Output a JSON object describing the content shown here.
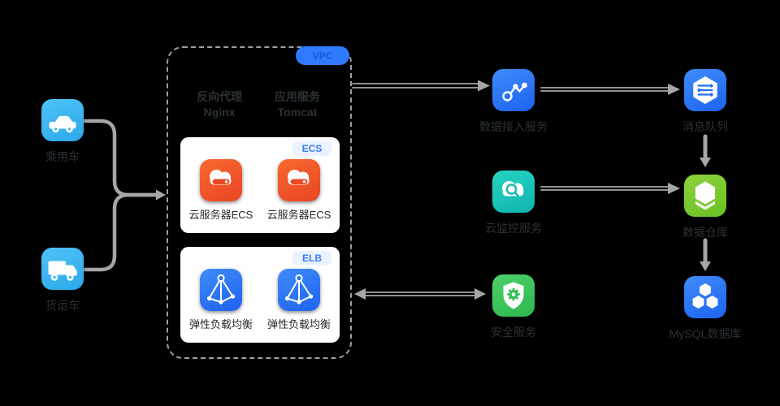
{
  "diagram": {
    "sources": [
      {
        "name": "car",
        "label": "乘用车"
      },
      {
        "name": "truck",
        "label": "货运车"
      }
    ],
    "vpc": {
      "badge_label": "VPC",
      "titles": [
        {
          "line1": "反向代理",
          "line2": "Nginx"
        },
        {
          "line1": "应用服务",
          "line2": "Tomcat"
        }
      ],
      "ecs_group": {
        "badge": "ECS",
        "items": [
          "云服务器ECS",
          "云服务器ECS"
        ]
      },
      "elb_group": {
        "badge": "ELB",
        "items": [
          "弹性负载均衡",
          "弹性负载均衡"
        ]
      }
    },
    "services_col1": [
      {
        "name": "data-access",
        "label": "数据接入服务"
      },
      {
        "name": "cloud-monitor",
        "label": "云监控服务"
      },
      {
        "name": "security",
        "label": "安全服务"
      }
    ],
    "services_col2": [
      {
        "name": "message-queue",
        "label": "消息队列"
      },
      {
        "name": "data-warehouse",
        "label": "数据仓库"
      },
      {
        "name": "mysql-database",
        "label": "MySQL数据库"
      }
    ],
    "colors": {
      "light_blue": "#38B6F0",
      "orange": "#F1502A",
      "blue": "#2470F2",
      "teal": "#17C6BB",
      "green": "#3DC35E",
      "lime": "#78C831",
      "arrow_gray": "#A6A6A6",
      "vpc_badge_blue": "#2F7BFF",
      "group_badge_bg": "#E9F2FE",
      "group_badge_text": "#3C7DF5"
    }
  }
}
